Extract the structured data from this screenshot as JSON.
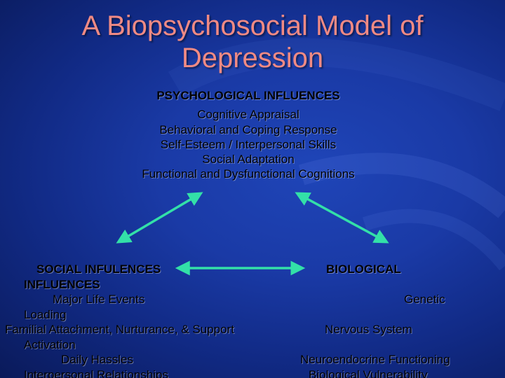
{
  "title": {
    "line1": "A Biopsychosocial Model of",
    "line2": "Depression"
  },
  "psychological": {
    "heading": "PSYCHOLOGICAL INFLUENCES",
    "items": [
      "Cognitive Appraisal",
      "Behavioral and Coping Response",
      "Self-Esteem  /  Interpersonal Skills",
      "Social Adaptation",
      "Functional and Dysfunctional Cognitions"
    ]
  },
  "social": {
    "heading_line1": "SOCIAL INFULENCES",
    "heading_line2": "INFLUENCES",
    "items": [
      "Major Life Events",
      "Loading",
      "Familial Attachment, Nurturance, & Support",
      "Activation",
      "Daily Hassles",
      "Interpersonal Relationships"
    ]
  },
  "biological": {
    "heading": "BIOLOGICAL",
    "items": [
      "Genetic",
      "Nervous System",
      "Neuroendocrine Functioning",
      "Biological Vulnerability"
    ]
  },
  "colors": {
    "title": "#f08a84",
    "arrow": "#33e0a8",
    "background": "#1a3aa6"
  }
}
